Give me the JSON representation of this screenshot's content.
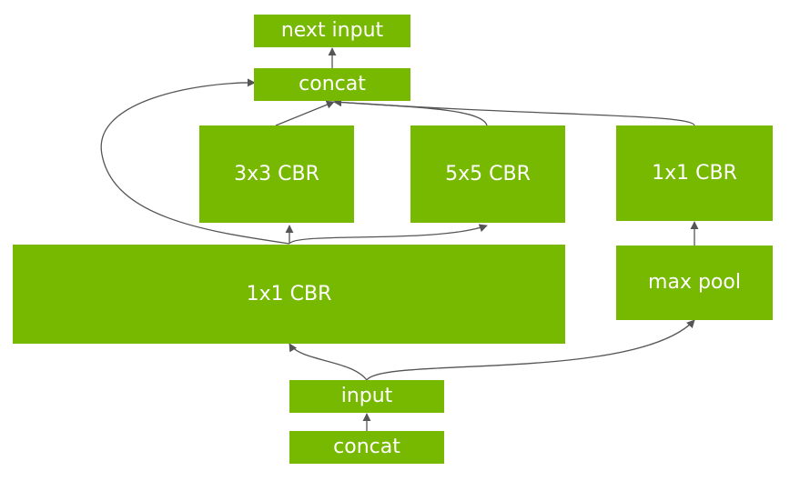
{
  "diagram": {
    "nodes": {
      "next_input": "next input",
      "concat_top": "concat",
      "conv3x3": "3x3 CBR",
      "conv5x5": "5x5 CBR",
      "conv1x1_right": "1x1 CBR",
      "conv1x1_wide": "1x1 CBR",
      "max_pool": "max pool",
      "input": "input",
      "concat_bottom": "concat"
    },
    "colors": {
      "node_fill": "#76b900",
      "node_text": "#ffffff",
      "edge": "#555555",
      "background": "#ffffff"
    }
  }
}
